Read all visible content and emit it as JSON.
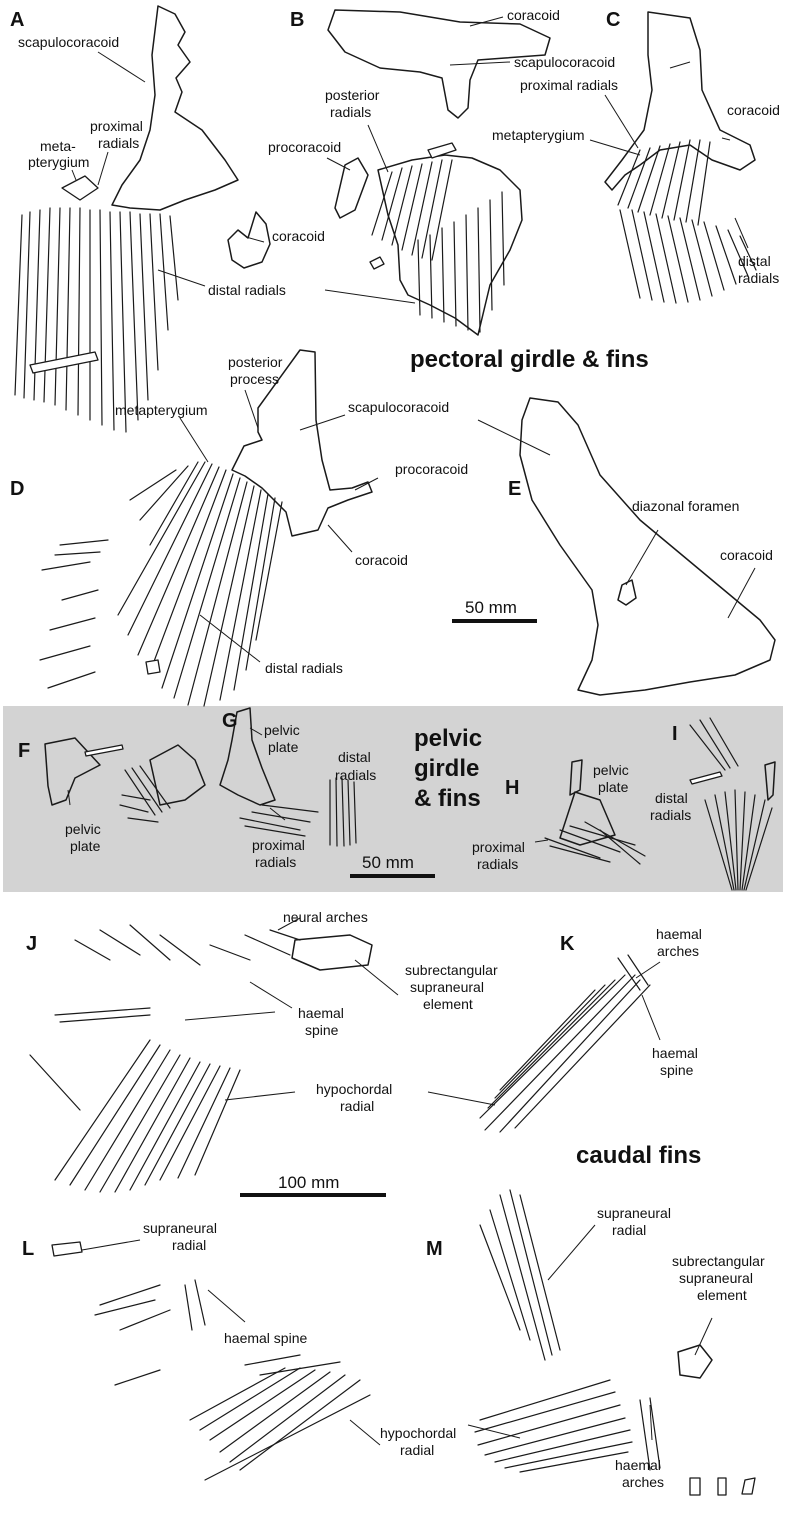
{
  "panels": [
    "A",
    "B",
    "C",
    "D",
    "E",
    "F",
    "G",
    "H",
    "I",
    "J",
    "K",
    "L",
    "M"
  ],
  "sections": {
    "pectoral": "pectoral girdle & fins",
    "pelvic": [
      "pelvic",
      "girdle",
      "& fins"
    ],
    "caudal": "caudal fins"
  },
  "scale_bars": {
    "pectoral": "50 mm",
    "pelvic": "50 mm",
    "caudal": "100 mm"
  },
  "labels": {
    "A": {
      "scapulocoracoid": "scapulocoracoid",
      "metapterygium": [
        "meta-",
        "pterygium"
      ],
      "proximal_radials": [
        "proximal",
        "radials"
      ],
      "coracoid": "coracoid",
      "distal_radials": "distal radials"
    },
    "B": {
      "coracoid": "coracoid",
      "scapulocoracoid": "scapulocoracoid",
      "posterior_radials": [
        "posterior",
        "radials"
      ],
      "procoracoid": "procoracoid"
    },
    "C": {
      "proximal_radials": "proximal radials",
      "coracoid": "coracoid",
      "metapterygium": "metapterygium",
      "distal_radials": [
        "distal",
        "radials"
      ]
    },
    "D": {
      "posterior_process": [
        "posterior",
        "process"
      ],
      "scapulocoracoid": "scapulocoracoid",
      "metapterygium": "metapterygium",
      "procoracoid": "procoracoid",
      "coracoid": "coracoid",
      "distal_radials": "distal radials"
    },
    "E": {
      "diazonal_foramen": "diazonal foramen",
      "coracoid": "coracoid"
    },
    "F": {
      "pelvic_plate": [
        "pelvic",
        "plate"
      ]
    },
    "G": {
      "pelvic_plate": [
        "pelvic",
        "plate"
      ],
      "distal_radials": [
        "distal",
        "radials"
      ],
      "proximal_radials": [
        "proximal",
        "radials"
      ]
    },
    "H": {
      "pelvic_plate": [
        "pelvic",
        "plate"
      ],
      "proximal_radials": [
        "proximal",
        "radials"
      ]
    },
    "I": {
      "distal_radials": [
        "distal",
        "radials"
      ]
    },
    "J": {
      "neural_arches": "neural arches",
      "subrectangular_supraneural_element": [
        "subrectangular",
        "supraneural",
        "element"
      ],
      "haemal_spine": [
        "haemal",
        "spine"
      ],
      "hypochordal_radial": [
        "hypochordal",
        "radial"
      ]
    },
    "K": {
      "haemal_arches": [
        "haemal",
        "arches"
      ],
      "haemal_spine": [
        "haemal",
        "spine"
      ]
    },
    "L": {
      "supraneural_radial": [
        "supraneural",
        "radial"
      ],
      "haemal_spine": "haemal spine",
      "hypochordal_radial": [
        "hypochordal",
        "radial"
      ]
    },
    "M": {
      "supraneural_radial": [
        "supraneural",
        "radial"
      ],
      "subrectangular_supraneural_element": [
        "subrectangular",
        "supraneural",
        "element"
      ],
      "haemal_arches": [
        "haemal",
        "arches"
      ]
    }
  },
  "colors": {
    "pelvic_band": "#d3d3d3",
    "ink": "#1a1a1a",
    "background": "#ffffff"
  }
}
